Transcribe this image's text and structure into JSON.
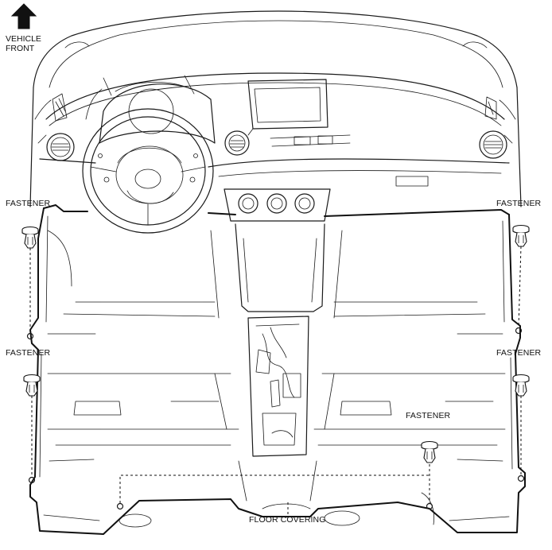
{
  "orientation": {
    "line1": "VEHICLE",
    "line2": "FRONT",
    "arrow_icon": "up-arrow-icon"
  },
  "labels": {
    "fastener": "FASTENER",
    "floor_covering": "FLOOR COVERING"
  },
  "colors": {
    "line": "#1a1a1a",
    "background": "#ffffff"
  }
}
